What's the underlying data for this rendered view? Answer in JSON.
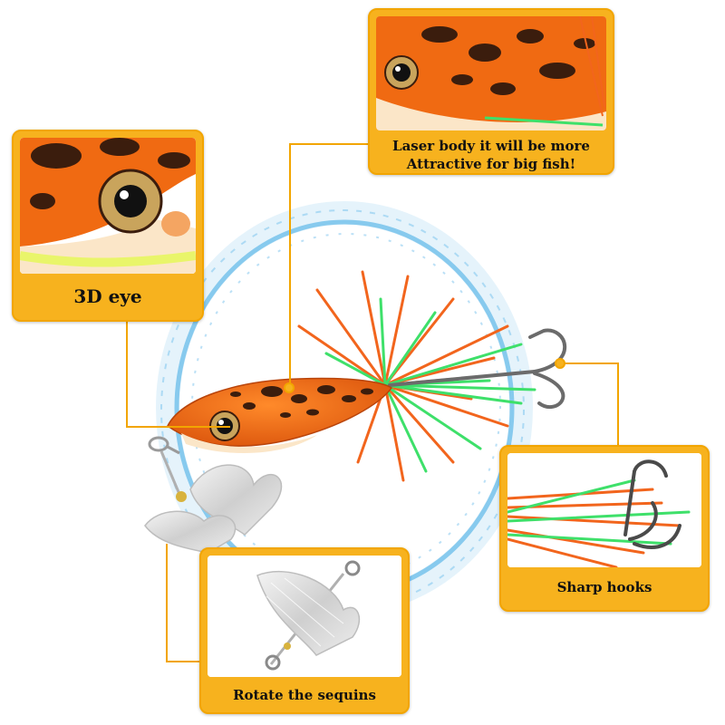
{
  "callouts": {
    "laser": {
      "caption_line1": "Laser body it will be more",
      "caption_line2": "Attractive for big fish!"
    },
    "eye": {
      "caption": "3D eye"
    },
    "hooks": {
      "caption": "Sharp hooks"
    },
    "sequins": {
      "caption": "Rotate the sequins"
    }
  },
  "colors": {
    "callout_fill": "#f7b21e",
    "callout_border": "#f2a500",
    "frog_orange": "#f06a12",
    "frog_spots": "#3b1d0d",
    "skirt_orange": "#f2651d",
    "skirt_green": "#3ee06a",
    "water_blue": "#5fb8e8"
  }
}
